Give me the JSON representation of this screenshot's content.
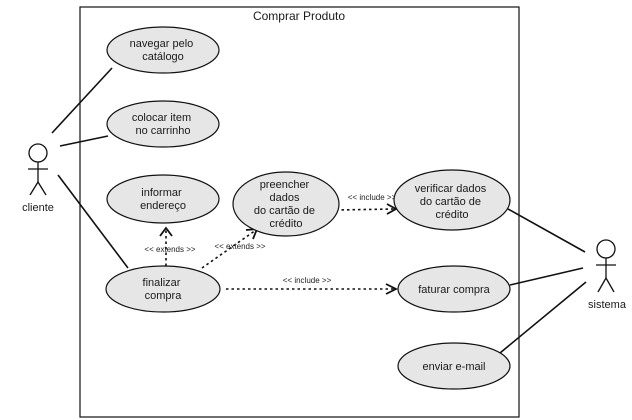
{
  "diagram": {
    "system_title": "Comprar Produto",
    "actors": {
      "cliente": {
        "label": "cliente"
      },
      "sistema": {
        "label": "sistema"
      }
    },
    "use_cases": {
      "navegar": [
        "navegar pelo",
        "catálogo"
      ],
      "colocar": [
        "colocar item",
        "no carrinho"
      ],
      "informar": [
        "informar",
        "endereço"
      ],
      "preencher": [
        "preencher",
        "dados",
        "do cartão de",
        "crédito"
      ],
      "verificar": [
        "verificar dados",
        "do cartão de",
        "crédito"
      ],
      "finalizar": [
        "finalizar",
        "compra"
      ],
      "faturar": [
        "faturar compra"
      ],
      "enviar": [
        "enviar e-mail"
      ]
    },
    "relationships": {
      "extends_informar": "<< extends >>",
      "extends_preencher": "<< extends >>",
      "include_verificar": "<< include >>",
      "include_faturar": "<< include >>"
    },
    "colors": {
      "use_case_fill": "#e6e6e6",
      "stroke": "#111111",
      "background": "#ffffff"
    }
  }
}
